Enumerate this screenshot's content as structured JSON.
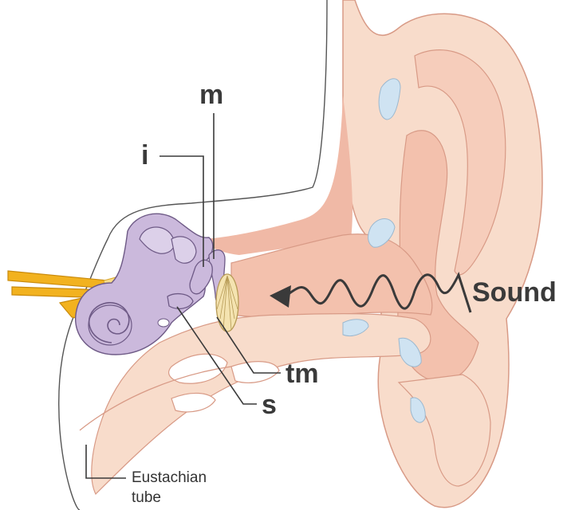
{
  "labels": {
    "malleus": "m",
    "incus": "i",
    "tympanic_membrane": "tm",
    "stapes": "s",
    "sound": "Sound",
    "eustachian_line1": "Eustachian",
    "eustachian_line2": "tube"
  },
  "colors": {
    "skin": "#f8dccb",
    "skin_dark": "#f0b9a6",
    "canal": "#f3c1ad",
    "cartilage": "#cfe3f2",
    "inner_ear": "#cbb9dc",
    "inner_ear_outline": "#6e5a86",
    "nerve": "#f2b21f",
    "drum": "#f4e3b0",
    "arrow": "#3a3a3a"
  }
}
